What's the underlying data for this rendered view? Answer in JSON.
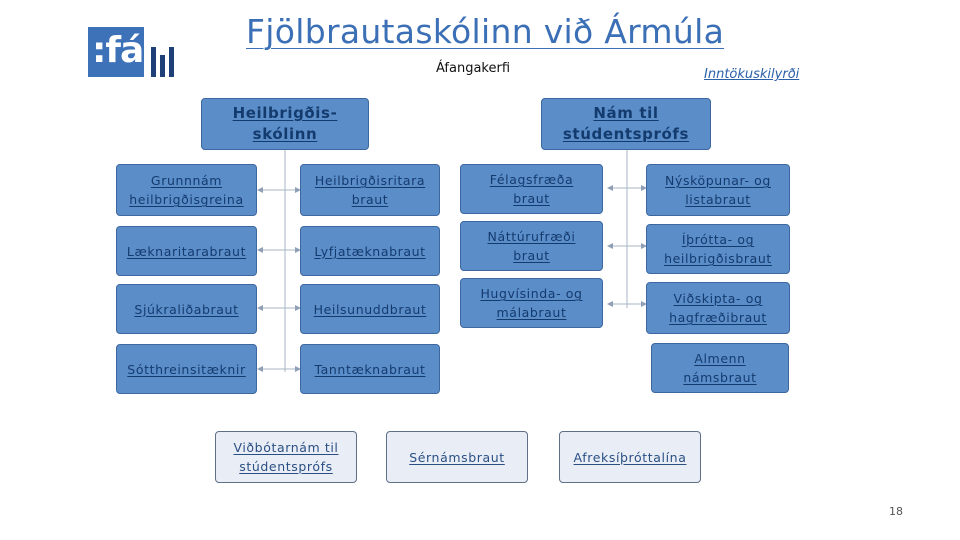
{
  "header": {
    "title": "Fjölbrautaskólinn við Ármúla",
    "subtitle": "Áfangakerfi",
    "admission_link": "Inntökuskilyrði",
    "logo_text": ":fá",
    "page_number": "18"
  },
  "columns": {
    "heilbrigdis": {
      "heading": "Heilbrigðis- skólinn",
      "left": [
        "Grunnnám heilbrigðisgreina",
        "Læknaritarabraut",
        "Sjúkraliðabraut",
        "Sótthreinsitæknir"
      ],
      "right": [
        "Heilbrigðisritara braut",
        "Lyfjatæknabraut",
        "Heilsunuddbraut",
        "Tanntæknabraut"
      ]
    },
    "studentsprof": {
      "heading": "Nám til stúdentsprófs",
      "left": [
        "Félagsfræða braut",
        "Náttúrufræði braut",
        "Hugvísinda- og málabraut"
      ],
      "right": [
        "Nýsköpunar- og listabraut",
        "Íþrótta- og heilbrigðisbraut",
        "Viðskipta- og hagfræðibraut",
        "Almenn námsbraut"
      ]
    }
  },
  "bottom": {
    "vidbotarnam": "Viðbótarnám til stúdentsprófs",
    "sernamsbraut": "Sérnámsbraut",
    "afreksithrottalina": "Afreksíþróttalína"
  },
  "colors": {
    "title": "#3b6fb6",
    "box_fill": "#5b8dc9",
    "box_border": "#3c689f",
    "light_box_fill": "#e9eef6",
    "logo_square": "#3d71b8"
  }
}
